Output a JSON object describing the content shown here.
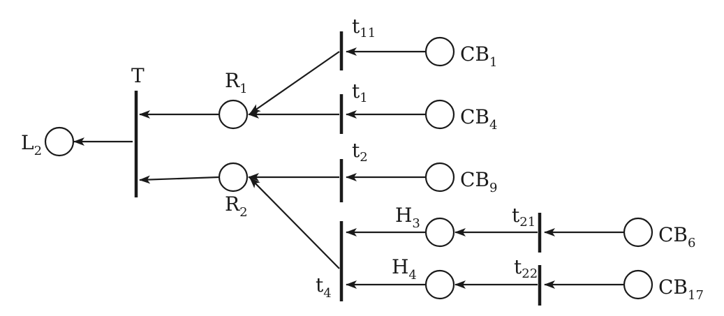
{
  "colors": {
    "ink": "#1a1a1a",
    "background": "#ffffff"
  },
  "places": [
    {
      "id": "L2",
      "main": "L",
      "sub": "2"
    },
    {
      "id": "R1",
      "main": "R",
      "sub": "1"
    },
    {
      "id": "R2",
      "main": "R",
      "sub": "2"
    },
    {
      "id": "H3",
      "main": "H",
      "sub": "3"
    },
    {
      "id": "H4",
      "main": "H",
      "sub": "4"
    },
    {
      "id": "CB1",
      "main": "CB",
      "sub": "1"
    },
    {
      "id": "CB4",
      "main": "CB",
      "sub": "4"
    },
    {
      "id": "CB9",
      "main": "CB",
      "sub": "9"
    },
    {
      "id": "CB6",
      "main": "CB",
      "sub": "6"
    },
    {
      "id": "CB17",
      "main": "CB",
      "sub": "17"
    }
  ],
  "transitions": [
    {
      "id": "T",
      "main": "T",
      "sub": ""
    },
    {
      "id": "t11",
      "main": "t",
      "sub": "11"
    },
    {
      "id": "t1",
      "main": "t",
      "sub": "1"
    },
    {
      "id": "t2",
      "main": "t",
      "sub": "2"
    },
    {
      "id": "t4",
      "main": "t",
      "sub": "4"
    },
    {
      "id": "t21",
      "main": "t",
      "sub": "21"
    },
    {
      "id": "t22",
      "main": "t",
      "sub": "22"
    }
  ],
  "arcs": [
    {
      "from": "T",
      "to": "L2"
    },
    {
      "from": "R1",
      "to": "T"
    },
    {
      "from": "R2",
      "to": "T"
    },
    {
      "from": "t11",
      "to": "R1"
    },
    {
      "from": "t1",
      "to": "R1"
    },
    {
      "from": "t2",
      "to": "R2"
    },
    {
      "from": "t4",
      "to": "R2"
    },
    {
      "from": "CB1",
      "to": "t11"
    },
    {
      "from": "CB4",
      "to": "t1"
    },
    {
      "from": "CB9",
      "to": "t2"
    },
    {
      "from": "H3",
      "to": "t4"
    },
    {
      "from": "H4",
      "to": "t4"
    },
    {
      "from": "t21",
      "to": "H3"
    },
    {
      "from": "t22",
      "to": "H4"
    },
    {
      "from": "CB6",
      "to": "t21"
    },
    {
      "from": "CB17",
      "to": "t22"
    }
  ]
}
